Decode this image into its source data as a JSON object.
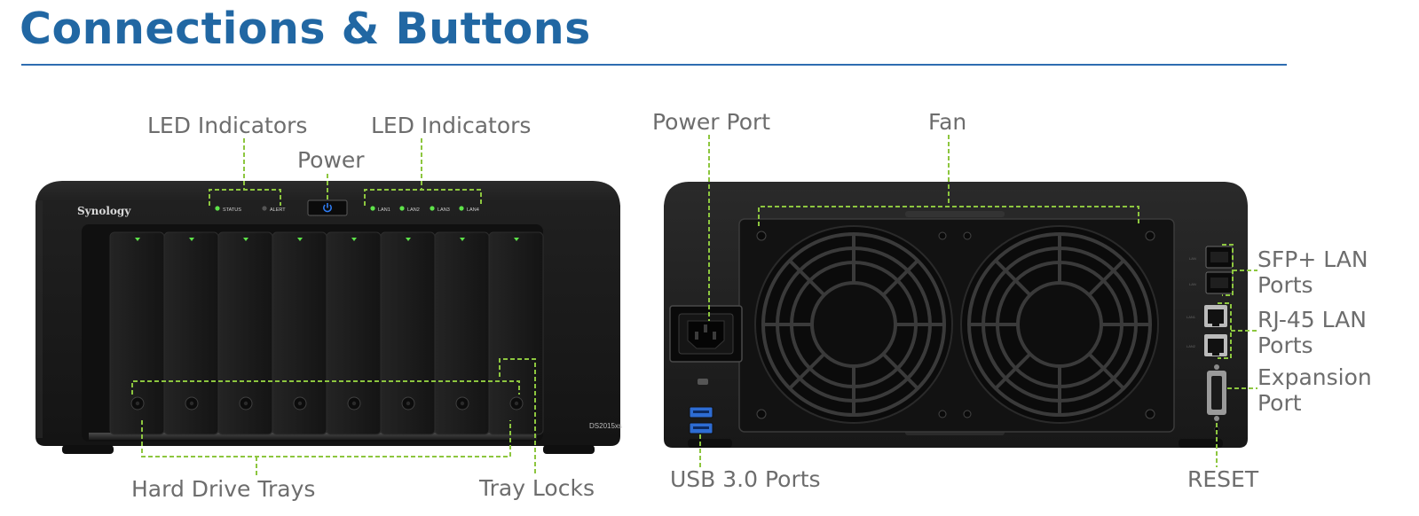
{
  "title": "Connections & Buttons",
  "colors": {
    "title": "#2167a3",
    "rule": "#2e6db1",
    "callout_line": "#8dc63f",
    "label": "#6d6d6d",
    "chassis": "#1b1b1b",
    "status_led": "#5ee34a",
    "power_led": "#2f7df6",
    "usb_port": "#2d6cd3"
  },
  "front": {
    "brand": "Synology",
    "model": "DS2015xs",
    "led_labels": [
      "STATUS",
      "ALERT",
      "LAN1",
      "LAN2",
      "LAN3",
      "LAN4"
    ],
    "bay_count": 8
  },
  "rear": {
    "port_labels": [
      "LAN",
      "LAN",
      "LAN1",
      "LAN2"
    ]
  },
  "labels": {
    "led_indicators_left": "LED Indicators",
    "led_indicators_right": "LED Indicators",
    "power": "Power",
    "hard_drive_trays": "Hard Drive Trays",
    "tray_locks": "Tray Locks",
    "power_port": "Power Port",
    "fan": "Fan",
    "usb_ports": "USB 3.0 Ports",
    "sfp_lan_ports": "SFP+ LAN\nPorts",
    "rj45_lan_ports": "RJ-45 LAN\nPorts",
    "expansion_port": "Expansion\nPort",
    "reset": "RESET"
  }
}
